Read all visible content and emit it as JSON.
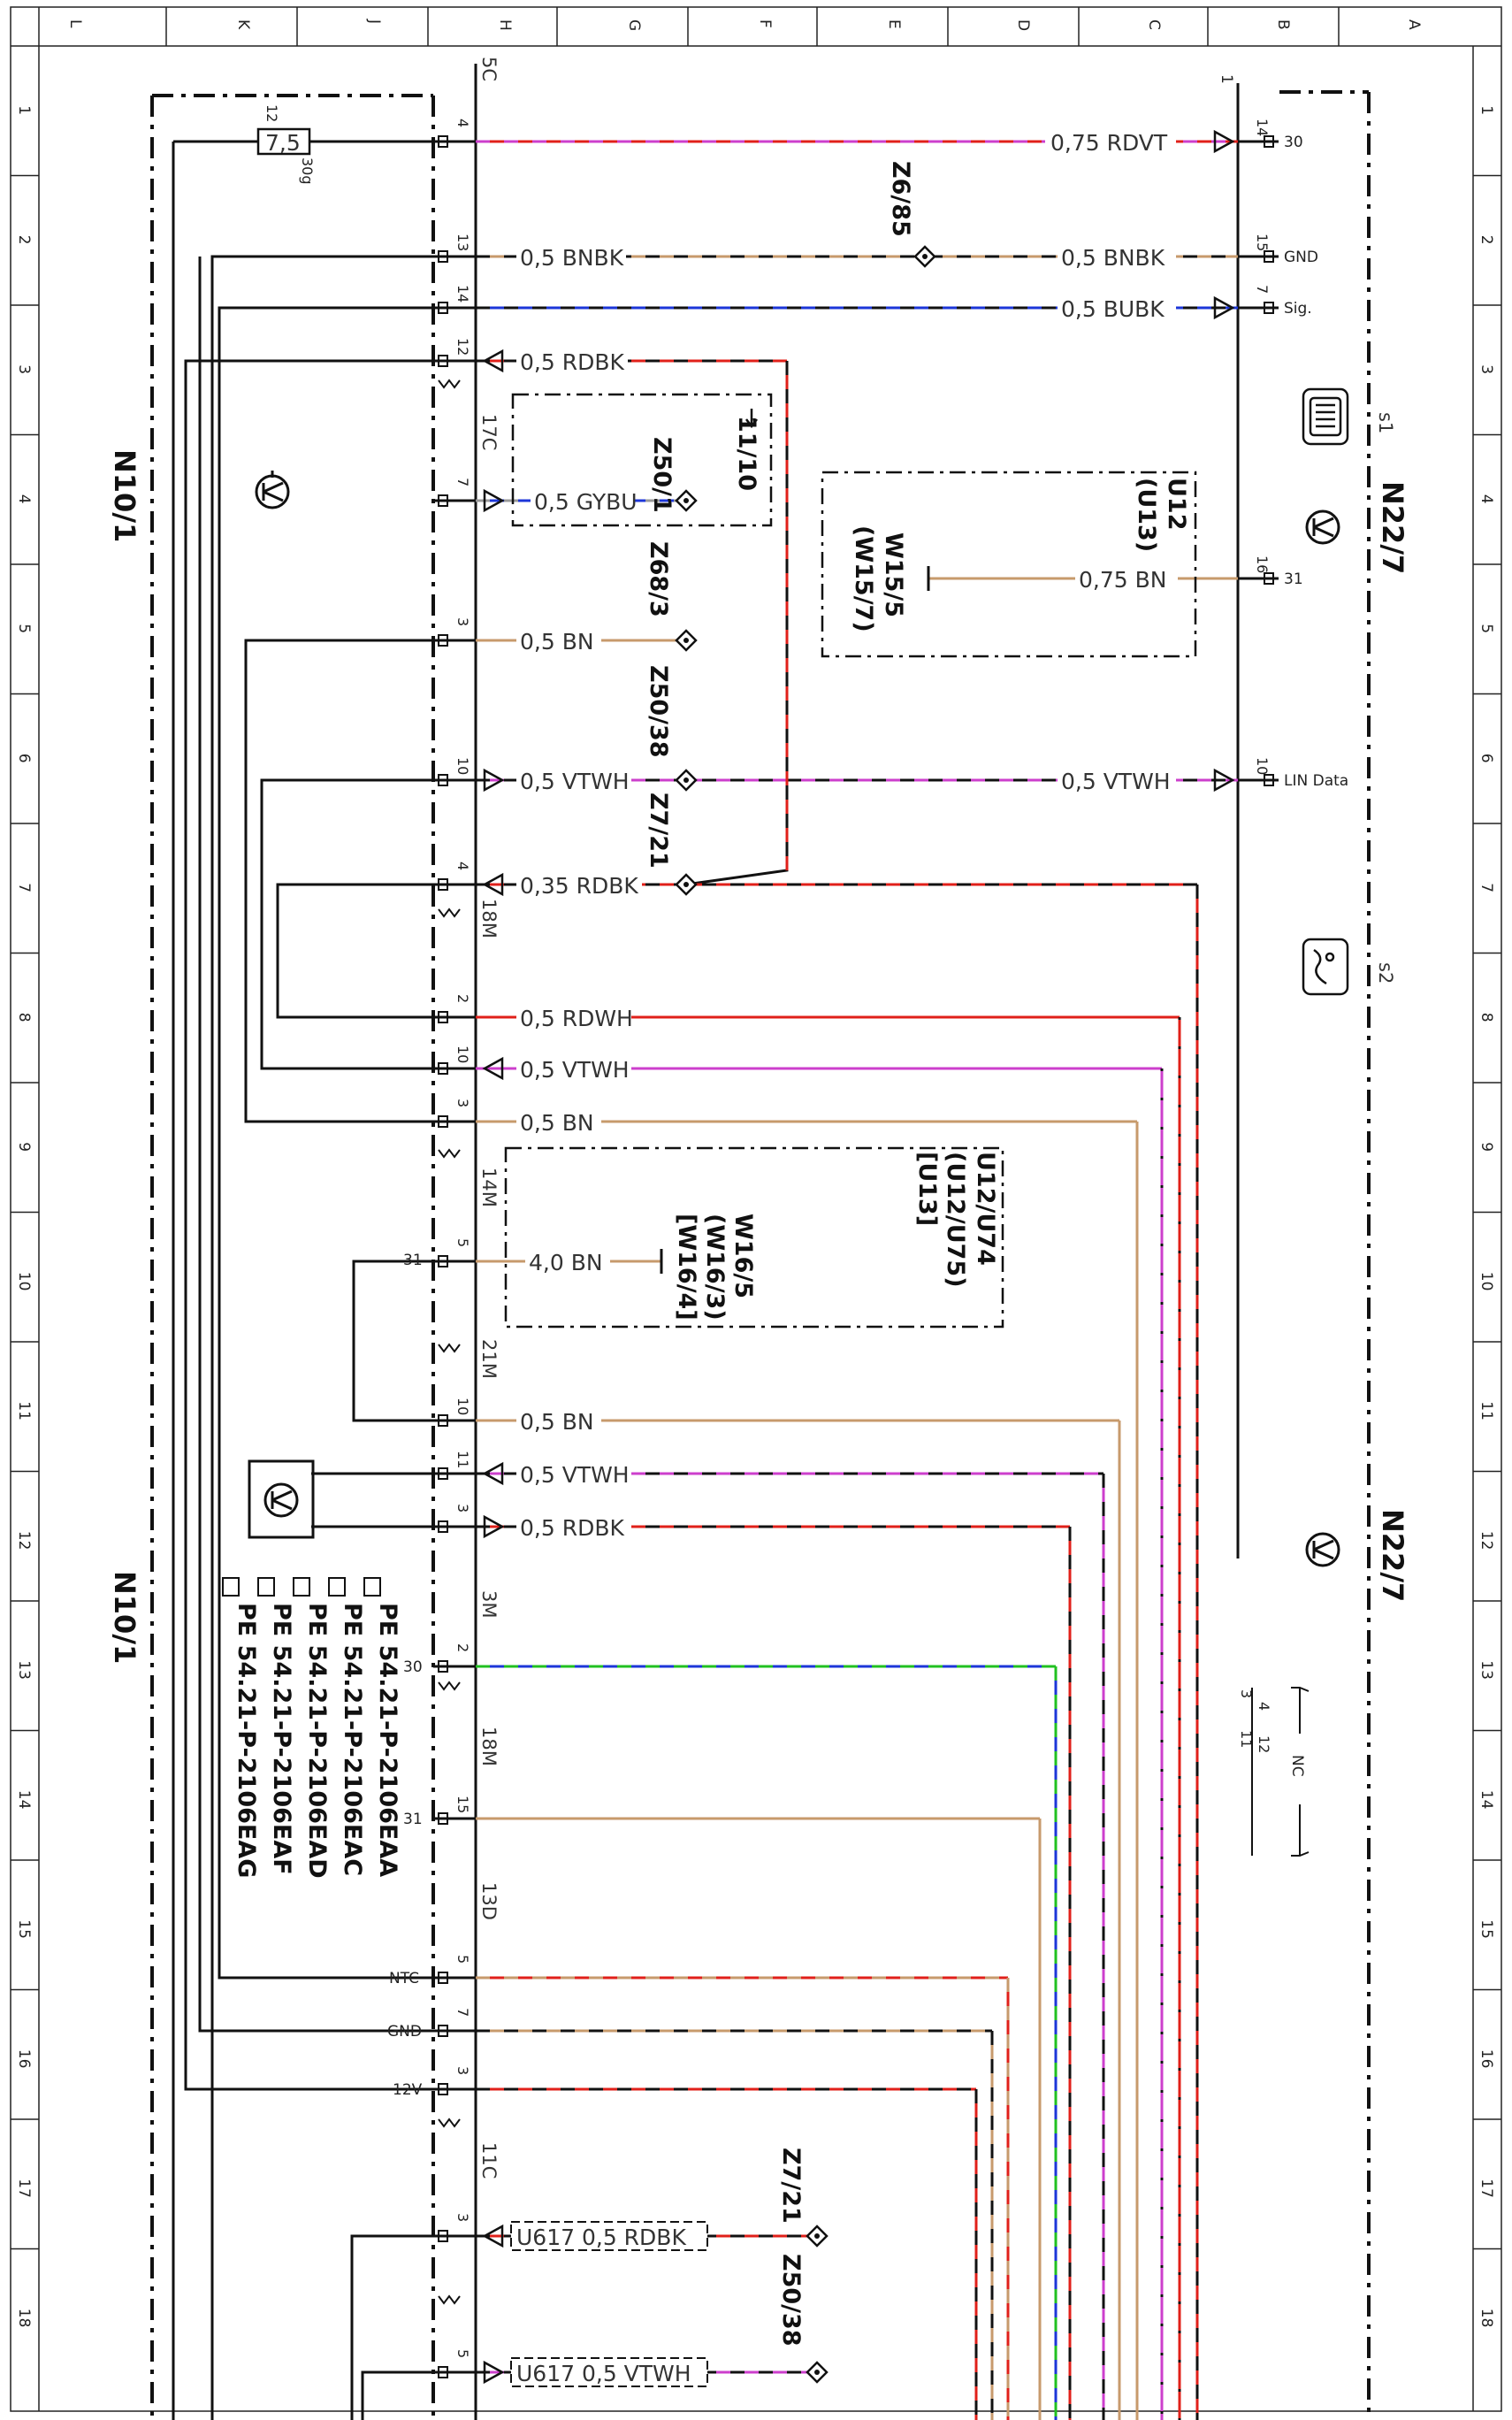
{
  "frame": {
    "columns": [
      "L",
      "K",
      "J",
      "H",
      "G",
      "F",
      "E",
      "D",
      "C",
      "B",
      "A"
    ],
    "rows": [
      "1",
      "2",
      "3",
      "4",
      "5",
      "6",
      "7",
      "8",
      "9",
      "10",
      "11",
      "12",
      "13",
      "14",
      "15",
      "16",
      "17",
      "18"
    ]
  },
  "components": {
    "n10": {
      "name": "N10/1",
      "name_lower": "N10/1"
    },
    "n22": {
      "name": "N22/7",
      "name_lower": "N22/7",
      "s1": "s1",
      "s2": "s2"
    },
    "fuse": {
      "value": "7,5",
      "pin_top": "12",
      "pin_bottom": "30g"
    },
    "box_z50_1": {
      "splice": "Z50/1",
      "ref": "11/10"
    },
    "box_u12": {
      "line1": "U12",
      "line2": "(U13)",
      "ref1": "W15/5",
      "ref2": "(W15/7)"
    },
    "box_u12b": {
      "line1": "U12/U74",
      "line2": "(U12/U75)",
      "line3": "[U13]",
      "ref1": "W16/5",
      "ref2": "(W16/3)",
      "ref3": "[W16/4]"
    }
  },
  "connectors": {
    "top": "5C",
    "c17": "17C",
    "c18": "18M",
    "c14": "14M",
    "c21": "21M",
    "c3": "3M",
    "c18b": "18M",
    "c13": "13D",
    "c11": "11C",
    "right": "1"
  },
  "wires": [
    {
      "pin": "4",
      "label": "0,75 RDVT",
      "right_pin": "14",
      "right_label": "30"
    },
    {
      "pin": "13",
      "label": "0,5 BNBK",
      "right_label_text": "0,5 BNBK",
      "right_pin": "15",
      "right_label": "GND"
    },
    {
      "pin": "14",
      "label": "0,5 BUBK",
      "right_pin": "7",
      "right_label": "Sig."
    },
    {
      "pin": "12",
      "label": "0,5 RDBK"
    },
    {
      "pin": "7",
      "label": "0,5 GYBU"
    },
    {
      "pin": "3",
      "label": "0,5 BN"
    },
    {
      "pin": "10",
      "label": "0,5 VTWH",
      "right_label_text": "0,5 VTWH",
      "right_pin": "10",
      "right_label": "LIN Data"
    },
    {
      "pin": "4",
      "label": "0,35 RDBK"
    },
    {
      "pin": "2",
      "label": "0,5 RDWH"
    },
    {
      "pin": "10",
      "label": "0,5 VTWH"
    },
    {
      "pin": "3",
      "label": "0,5 BN"
    },
    {
      "pin": "5",
      "label": "4,0 BN",
      "side": "31"
    },
    {
      "pin": "10",
      "label": "0,5 BN"
    },
    {
      "pin": "11",
      "label": "0,5 VTWH"
    },
    {
      "pin": "3",
      "label": "0,5 RDBK"
    },
    {
      "pin": "2",
      "side": "30"
    },
    {
      "pin": "15",
      "side": "31"
    },
    {
      "pin": "5",
      "side": "NTC"
    },
    {
      "pin": "7",
      "side": "GND"
    },
    {
      "pin": "3",
      "side": "12V"
    },
    {
      "pin": "3",
      "label": "U617  0,5 RDBK"
    },
    {
      "pin": "5",
      "label": "U617  0,5 VTWH"
    }
  ],
  "right_extra": {
    "pin16": "16",
    "pin16_label": "31",
    "wire16": "0,75 BN",
    "nc": "NC",
    "nc_pins": [
      "3",
      "4",
      "11",
      "12"
    ]
  },
  "splices": {
    "z6_85": "Z6/85",
    "z68_3": "Z68/3",
    "z50_38": "Z50/38",
    "z7_21": "Z7/21",
    "z7_21b": "Z7/21",
    "z50_38b": "Z50/38"
  },
  "notes": [
    "PE 54.21-P-2106EAA",
    "PE 54.21-P-2106EAC",
    "PE 54.21-P-2106EAD",
    "PE 54.21-P-2106EAF",
    "PE 54.21-P-2106EAG"
  ],
  "colors": {
    "red": "#e0201a",
    "brown": "#c79a6c",
    "blue": "#1c36d8",
    "violet": "#cc3fcc",
    "green": "#21c021",
    "grey": "#9a9a9a",
    "black": "#111111"
  }
}
